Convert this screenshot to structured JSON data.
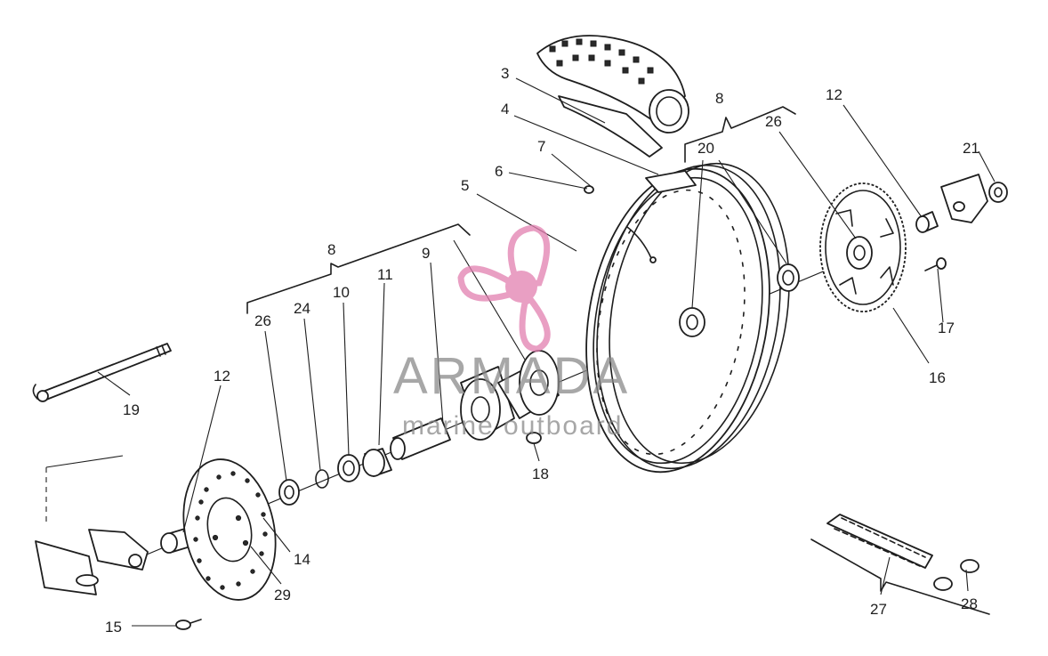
{
  "labels": {
    "3": "3",
    "4": "4",
    "5": "5",
    "6": "6",
    "7": "7",
    "8a": "8",
    "8b": "8",
    "9": "9",
    "10": "10",
    "11": "11",
    "12a": "12",
    "12b": "12",
    "14": "14",
    "15": "15",
    "16": "16",
    "17": "17",
    "18": "18",
    "19": "19",
    "20": "20",
    "21": "21",
    "24": "24",
    "26a": "26",
    "26b": "26",
    "27": "27",
    "28": "28",
    "29": "29"
  },
  "watermark": {
    "brand": "ARMADA",
    "tagline": "marine outboard",
    "brand_color": "#7d7d7d",
    "logo_color": "#e27fb0"
  }
}
